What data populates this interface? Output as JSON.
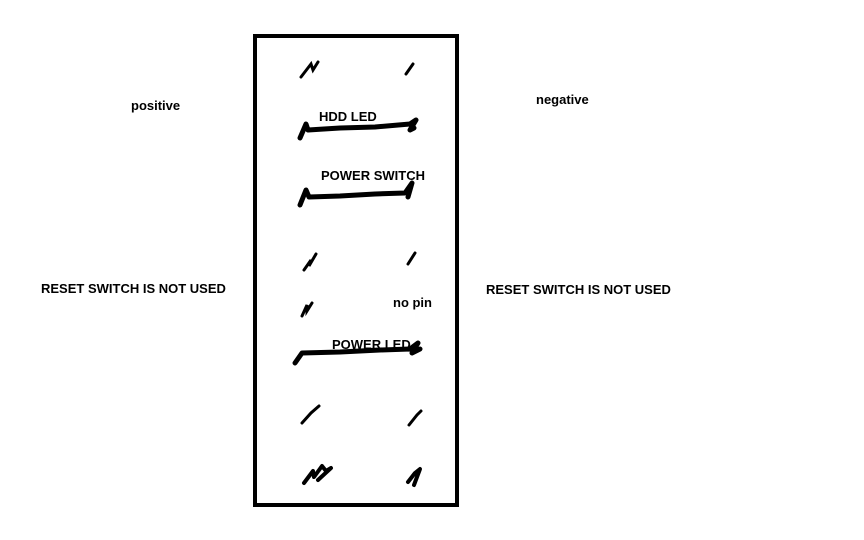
{
  "side_labels": {
    "left_top": "positive",
    "right_top": "negative",
    "left_note": "RESET SWITCH IS NOT USED",
    "right_note": "RESET SWITCH IS NOT USED"
  },
  "connectors": {
    "hdd_led": "HDD LED",
    "power_switch": "POWER SWITCH",
    "power_led": "POWER LED"
  },
  "missing_pin_label": "no pin",
  "colors": {
    "ink": "#000000",
    "background": "#ffffff"
  }
}
